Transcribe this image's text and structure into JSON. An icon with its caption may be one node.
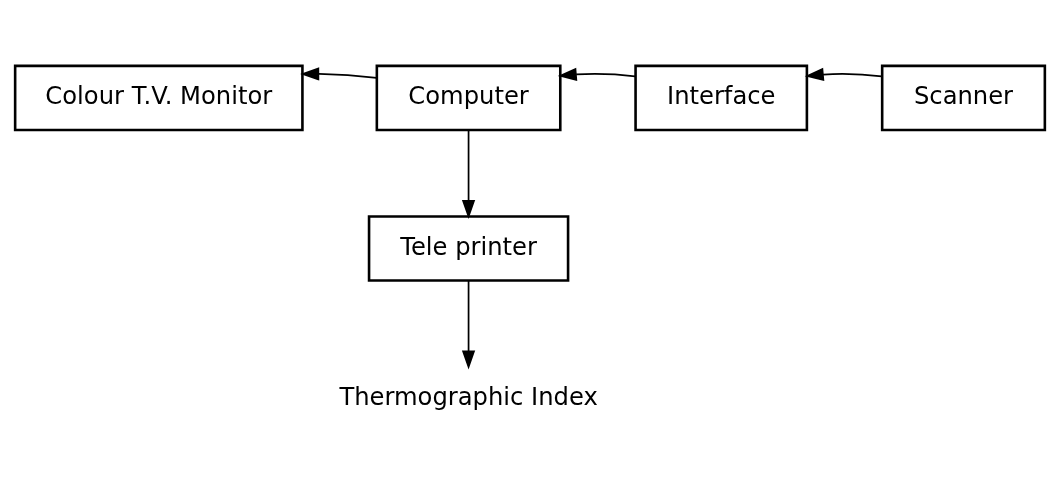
{
  "diagram": {
    "nodes": [
      {
        "text": [
          "Colour T.V. Monitor"
        ]
      },
      {
        "text": [
          "Computer"
        ]
      },
      {
        "text": [
          "Interface"
        ]
      },
      {
        "text": [
          "Scanner"
        ]
      },
      {
        "text": [
          "Tele printer"
        ]
      },
      {
        "text": [
          "Thermographic Index"
        ]
      }
    ],
    "edges": [
      {
        "from": 3,
        "to": 2,
        "arrow": "to"
      },
      {
        "from": 2,
        "to": 1,
        "arrow": "to"
      },
      {
        "from": 1,
        "to": 0,
        "arrow": "to"
      },
      {
        "from": 1,
        "to": 4,
        "arrow": "to"
      },
      {
        "from": 4,
        "to": 5,
        "arrow": "to"
      }
    ]
  }
}
